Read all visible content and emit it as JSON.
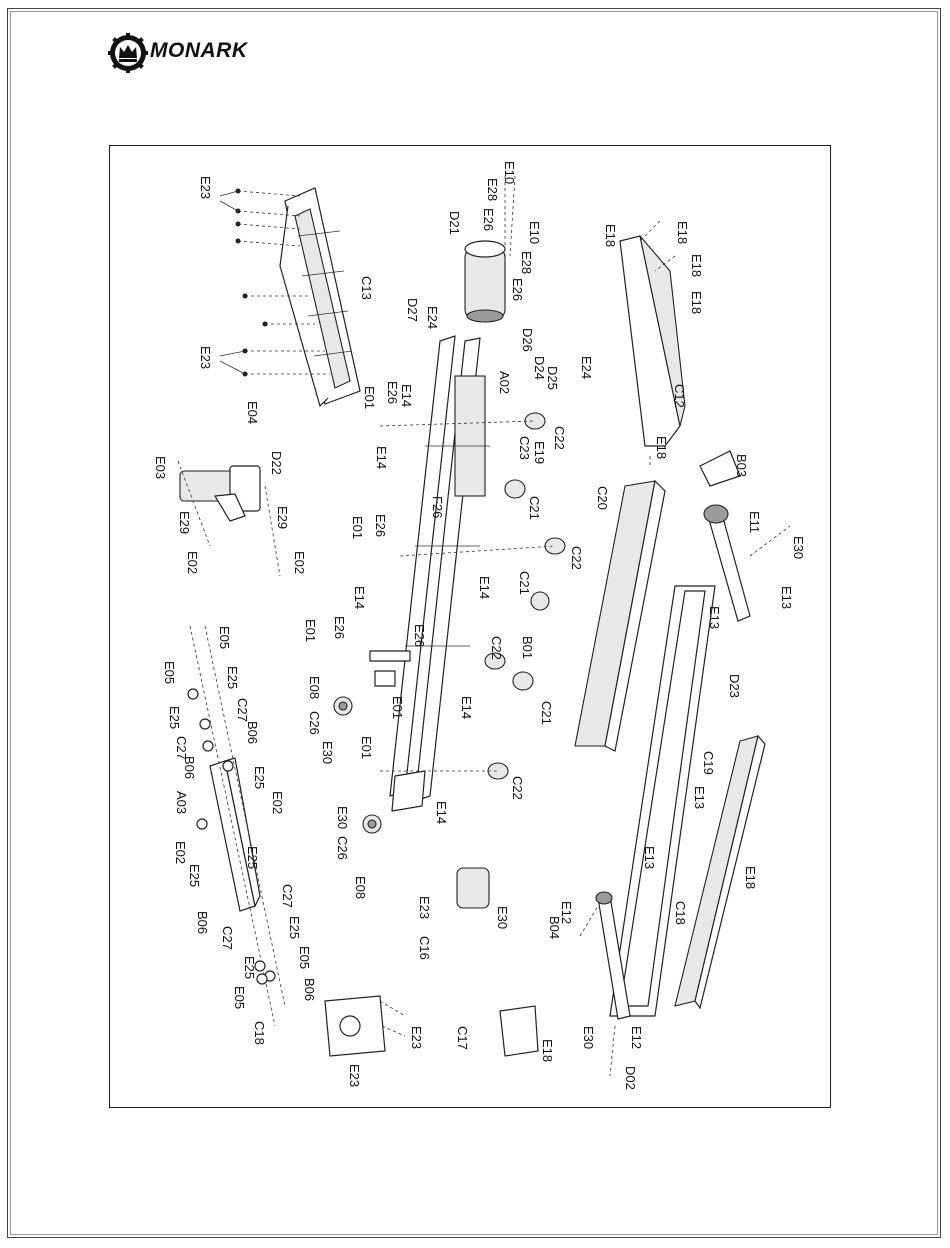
{
  "brand": {
    "name": "MONARK",
    "logo_icon": "crown-gear-logo-icon"
  },
  "diagram": {
    "type": "exploded-parts-view",
    "labels": [
      "E10",
      "E28",
      "E26",
      "E10",
      "E28",
      "E26",
      "D21",
      "E23",
      "E23",
      "C13",
      "E18",
      "E18",
      "E18",
      "E18",
      "C12",
      "E18",
      "D27",
      "E24",
      "D26",
      "D24",
      "D25",
      "E24",
      "A02",
      "E14",
      "E26",
      "E01",
      "C22",
      "E19",
      "C23",
      "E04",
      "D22",
      "E03",
      "E29",
      "E29",
      "E02",
      "E02",
      "E14",
      "E26",
      "E01",
      "F26",
      "C21",
      "C22",
      "E14",
      "E14",
      "E26",
      "C21",
      "B01",
      "E26",
      "E01",
      "C22",
      "C21",
      "E08",
      "C26",
      "E30",
      "E01",
      "E01",
      "E14",
      "C22",
      "E30",
      "C26",
      "E08",
      "E14",
      "E05",
      "E05",
      "E25",
      "C27",
      "B06",
      "E25",
      "C27",
      "B06",
      "A03",
      "E25",
      "E02",
      "E02",
      "E25",
      "E25",
      "B06",
      "C27",
      "E25",
      "E05",
      "B06",
      "C27",
      "E25",
      "E05",
      "C18",
      "C20",
      "B03",
      "E11",
      "E30",
      "E13",
      "E13",
      "D23",
      "C19",
      "E13",
      "E13",
      "C18",
      "E18",
      "E23",
      "C16",
      "E30",
      "E12",
      "B04",
      "E30",
      "E12",
      "D02",
      "E23",
      "E23",
      "C17",
      "E18"
    ]
  }
}
